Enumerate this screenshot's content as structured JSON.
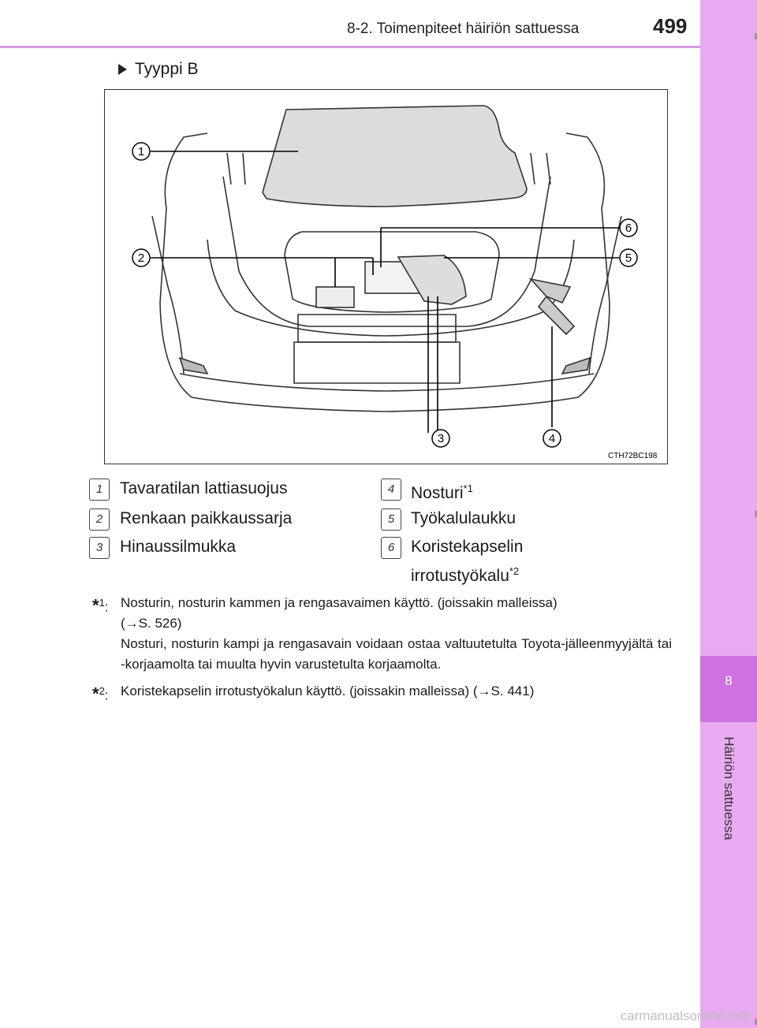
{
  "header": {
    "section_title": "8-2. Toimenpiteet häiriön sattuessa",
    "page_number": "499"
  },
  "side_tab": {
    "chapter_number": "8",
    "chapter_title": "Häiriön sattuessa"
  },
  "section_marker": "Tyyppi B",
  "figure": {
    "code": "CTH72BC198",
    "callouts": [
      "1",
      "2",
      "3",
      "4",
      "5",
      "6"
    ]
  },
  "legend": [
    {
      "num": "1",
      "label": "Tavaratilan lattiasuojus",
      "sup": ""
    },
    {
      "num": "2",
      "label": "Renkaan paikkaussarja",
      "sup": ""
    },
    {
      "num": "3",
      "label": "Hinaussilmukka",
      "sup": ""
    },
    {
      "num": "4",
      "label": "Nosturi",
      "sup": "*1"
    },
    {
      "num": "5",
      "label": "Työkalulaukku",
      "sup": ""
    },
    {
      "num": "6",
      "label": "Koristekapselin",
      "label2": "irrotustyökalu",
      "sup": "*2"
    }
  ],
  "notes": [
    {
      "mark": "*",
      "sup": "1",
      "lines": [
        "Nosturin, nosturin kammen ja rengasavaimen käyttö. (joissakin malleissa)",
        "(→S. 526)",
        "Nosturi, nosturin kampi ja rengasavain voidaan ostaa valtuutetulta Toyota-jälleenmyyjältä tai -korjaamolta tai muulta hyvin varustetulta korjaamolta."
      ]
    },
    {
      "mark": "*",
      "sup": "2",
      "lines": [
        "Koristekapselin irrotustyökalun käyttö. (joissakin malleissa) (→S. 441)"
      ]
    }
  ],
  "watermark": "carmanualsonline.info",
  "colors": {
    "tab_light": "#e8aaf0",
    "tab_dark": "#cd72e0",
    "rule": "#d39ee0"
  }
}
